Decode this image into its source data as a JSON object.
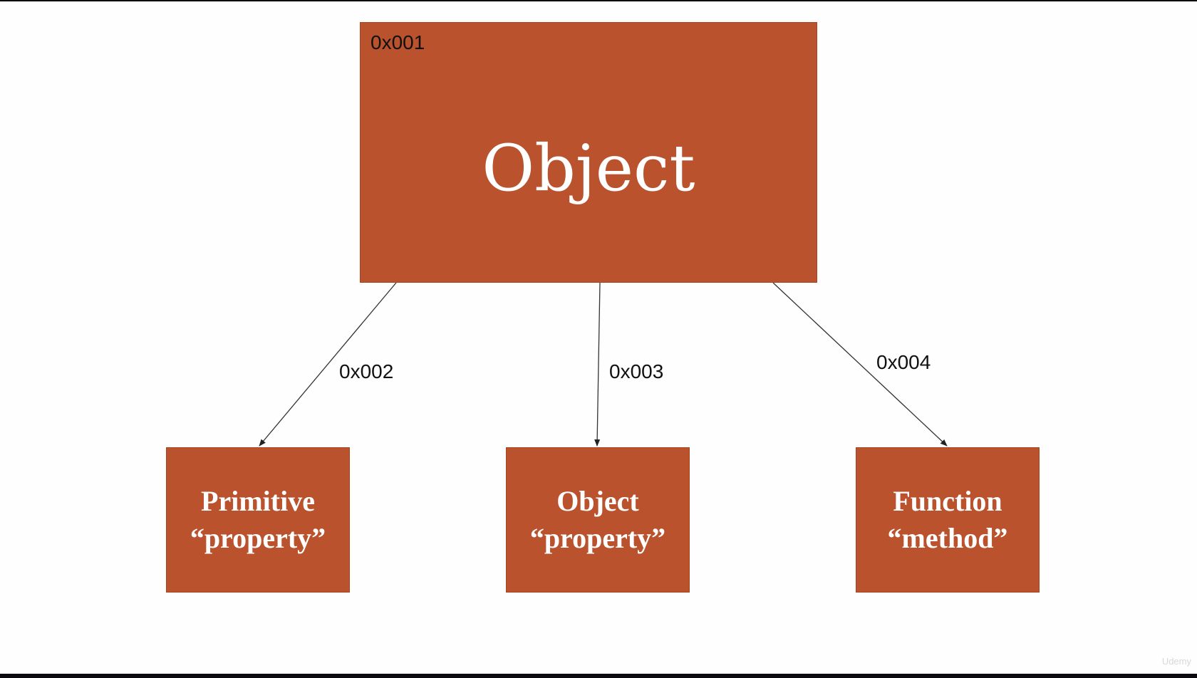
{
  "main": {
    "address": "0x001",
    "title": "Object"
  },
  "arrows": [
    {
      "label": "0x002"
    },
    {
      "label": "0x003"
    },
    {
      "label": "0x004"
    }
  ],
  "children": [
    {
      "line1": "Primitive",
      "line2": "“property”"
    },
    {
      "line1": "Object",
      "line2": "“property”"
    },
    {
      "line1": "Function",
      "line2": "“method”"
    }
  ],
  "watermark": "Udemy",
  "colors": {
    "box_fill": "#b9522d",
    "background": "#fefefe",
    "frame": "#0b0b0f"
  }
}
